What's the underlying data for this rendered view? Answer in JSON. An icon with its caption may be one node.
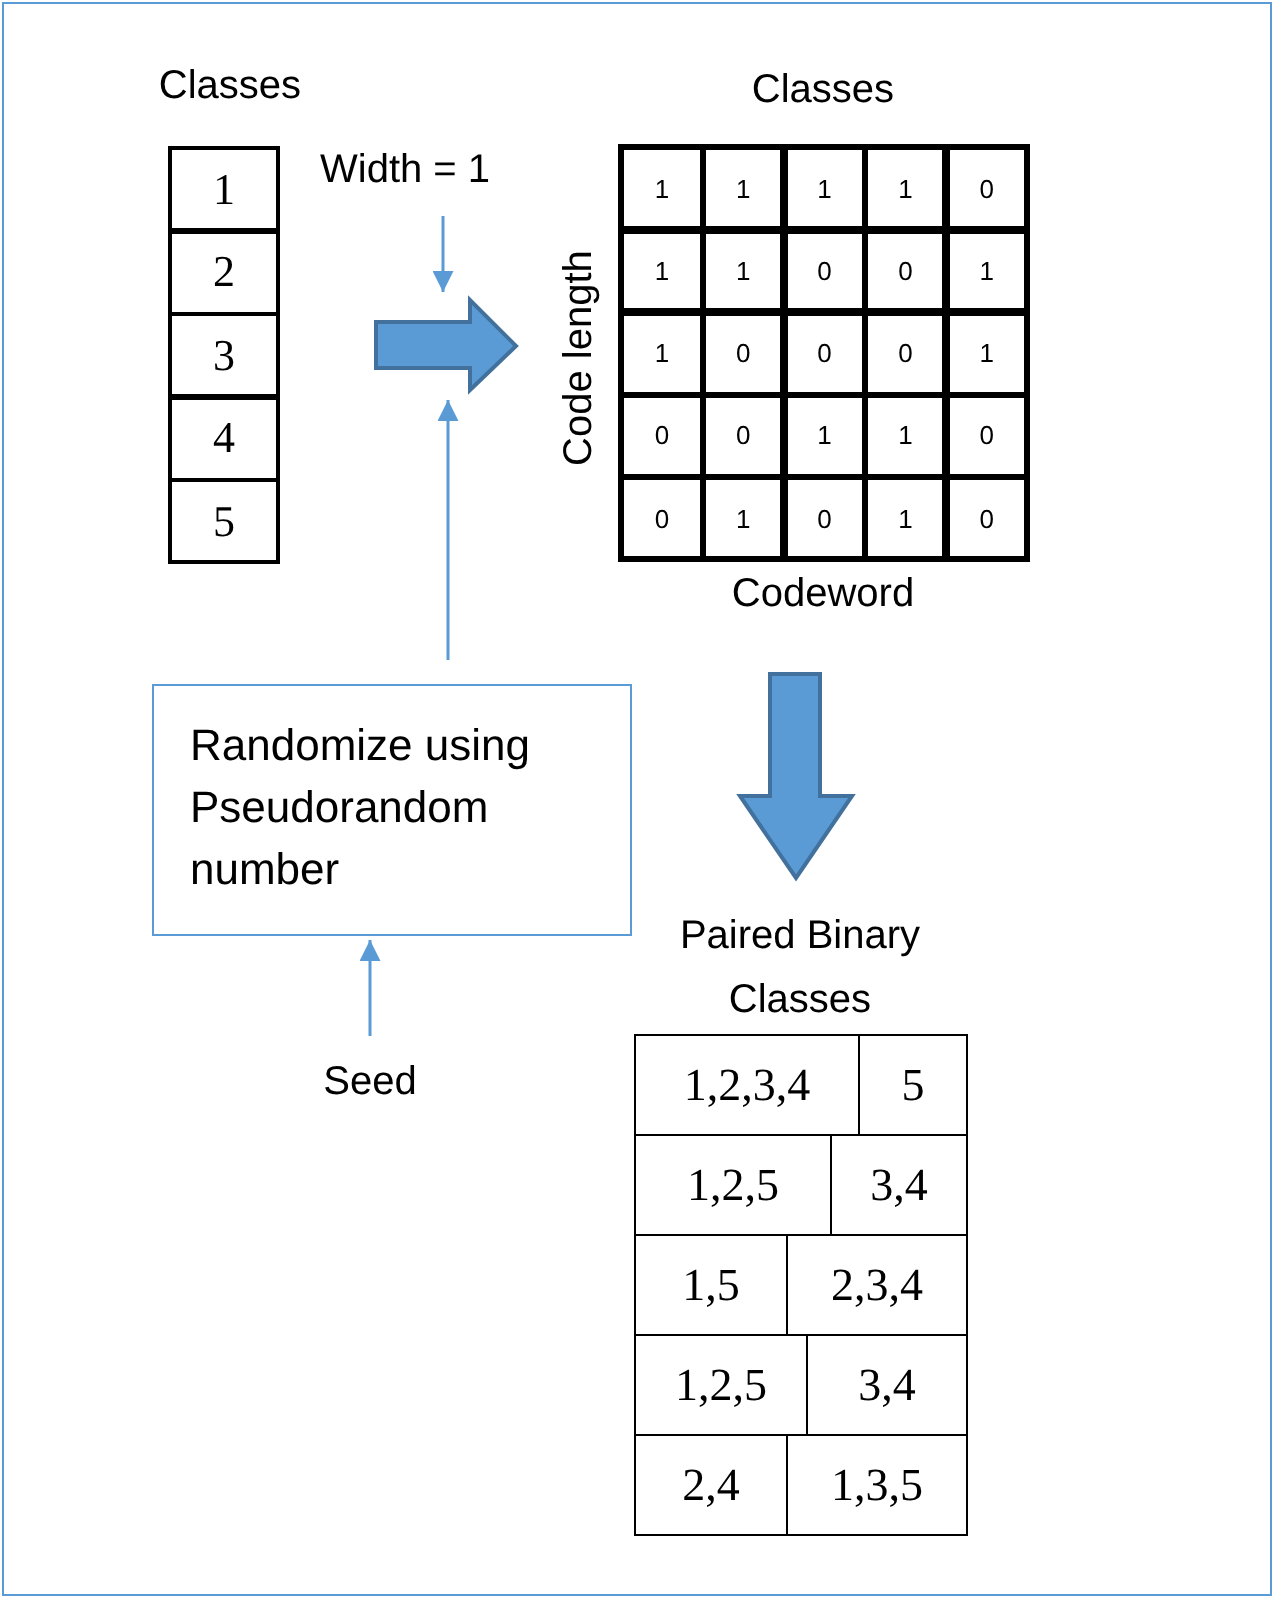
{
  "diagram": {
    "nodes": [
      {
        "text": [
          "Classes"
        ]
      },
      {
        "text": [
          "1"
        ],
        "in": 0
      },
      {
        "text": [
          "2"
        ],
        "in": 0
      },
      {
        "text": [
          "3"
        ],
        "in": 0
      },
      {
        "text": [
          "4"
        ],
        "in": 0
      },
      {
        "text": [
          "5"
        ],
        "in": 0
      },
      {
        "text": [
          "Width = 1"
        ]
      },
      {
        "text": [],
        "shape": "arrow"
      },
      {
        "text": [
          "Classes",
          "Code length",
          "Codeword"
        ]
      },
      {
        "text": [
          "1"
        ],
        "in": 8
      },
      {
        "text": [
          "1"
        ],
        "in": 8
      },
      {
        "text": [
          "1"
        ],
        "in": 8
      },
      {
        "text": [
          "1"
        ],
        "in": 8
      },
      {
        "text": [
          "0"
        ],
        "in": 8
      },
      {
        "text": [
          "1"
        ],
        "in": 8
      },
      {
        "text": [
          "1"
        ],
        "in": 8
      },
      {
        "text": [
          "0"
        ],
        "in": 8
      },
      {
        "text": [
          "0"
        ],
        "in": 8
      },
      {
        "text": [
          "1"
        ],
        "in": 8
      },
      {
        "text": [
          "1"
        ],
        "in": 8
      },
      {
        "text": [
          "0"
        ],
        "in": 8
      },
      {
        "text": [
          "0"
        ],
        "in": 8
      },
      {
        "text": [
          "0"
        ],
        "in": 8
      },
      {
        "text": [
          "1"
        ],
        "in": 8
      },
      {
        "text": [
          "0"
        ],
        "in": 8
      },
      {
        "text": [
          "0"
        ],
        "in": 8
      },
      {
        "text": [
          "1"
        ],
        "in": 8
      },
      {
        "text": [
          "1"
        ],
        "in": 8
      },
      {
        "text": [
          "0"
        ],
        "in": 8
      },
      {
        "text": [
          "0"
        ],
        "in": 8
      },
      {
        "text": [
          "1"
        ],
        "in": 8
      },
      {
        "text": [
          "0"
        ],
        "in": 8
      },
      {
        "text": [
          "1"
        ],
        "in": 8
      },
      {
        "text": [
          "0"
        ],
        "in": 8
      },
      {
        "text": [
          "Randomize using Pseudorandom number"
        ]
      },
      {
        "text": [],
        "shape": "arrow"
      },
      {
        "text": [
          "Seed"
        ]
      },
      {
        "text": [
          "Paired Binary Classes"
        ]
      },
      {
        "text": [
          "1,2,3,4"
        ],
        "in": 37
      },
      {
        "text": [
          "5"
        ],
        "in": 37
      },
      {
        "text": [
          "1,2,5"
        ],
        "in": 37
      },
      {
        "text": [
          "3,4"
        ],
        "in": 37
      },
      {
        "text": [
          "1,5"
        ],
        "in": 37
      },
      {
        "text": [
          "2,3,4"
        ],
        "in": 37
      },
      {
        "text": [
          "1,2,5"
        ],
        "in": 37
      },
      {
        "text": [
          "3,4"
        ],
        "in": 37
      },
      {
        "text": [
          "2,4"
        ],
        "in": 37
      },
      {
        "text": [
          "1,3,5"
        ],
        "in": 37
      }
    ],
    "edges": [
      {
        "from": 6,
        "to": 7,
        "arrow": "to"
      },
      {
        "from": 34,
        "to": 7,
        "arrow": "to"
      },
      {
        "from": 36,
        "to": 34,
        "arrow": "to"
      }
    ]
  }
}
